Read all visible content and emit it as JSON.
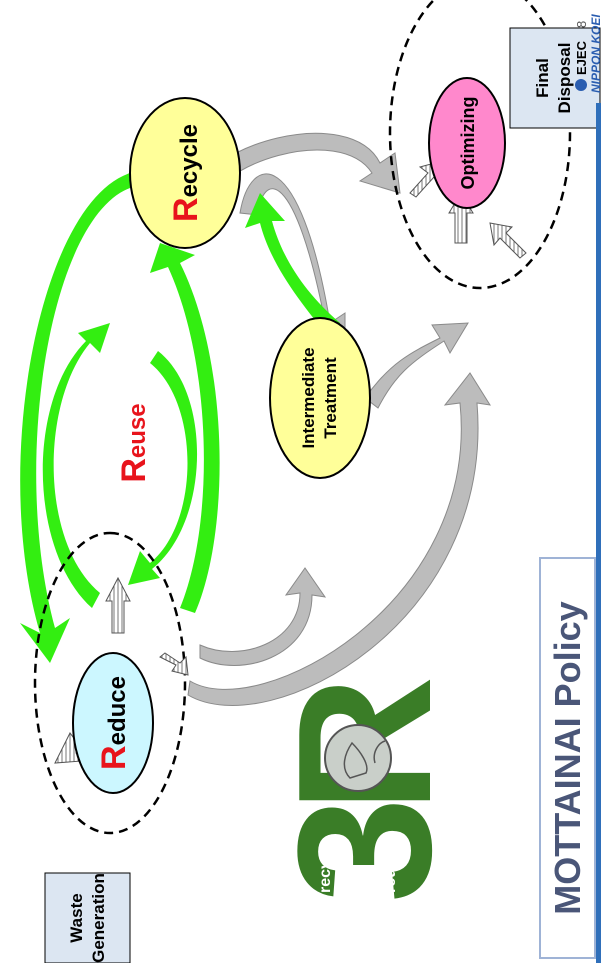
{
  "colors": {
    "cycle_green": "#33ee11",
    "flow_gray": "#bcbcbc",
    "reduce_fill": "#ccf7ff",
    "recycle_fill": "#ffff99",
    "intermediate_fill": "#ffff99",
    "optimizing_fill": "#ff88cc",
    "r_letter_red": "#e8141c",
    "policy_text": "#4a5678",
    "policy_frame": "#9fb3d6",
    "logo_green": "#3a7d27",
    "footer_blue": "#2f6fba",
    "brand_blue": "#2a5db0"
  },
  "nodes": {
    "reduce": {
      "initial": "R",
      "rest": "educe"
    },
    "reuse": {
      "initial": "R",
      "rest": "euse"
    },
    "recycle": {
      "initial": "R",
      "rest": "ecycle"
    },
    "intermediate": {
      "line1": "Intermediate",
      "line2": "Treatment"
    },
    "optimizing": {
      "label": "Optimizing"
    },
    "waste": {
      "line1": "Waste",
      "line2": "Generation"
    },
    "final": {
      "line1": "Final",
      "line2": "Disposal"
    }
  },
  "policy": {
    "title": "MOTTAINAI Policy"
  },
  "logo": {
    "big_digit": "3",
    "big_letter": "R",
    "words": [
      "reduce",
      "reuse",
      "recycle"
    ]
  },
  "footer": {
    "brand_primary": "NIPPON KOEI",
    "brand_secondary": "EJEC",
    "page_number": "8"
  }
}
